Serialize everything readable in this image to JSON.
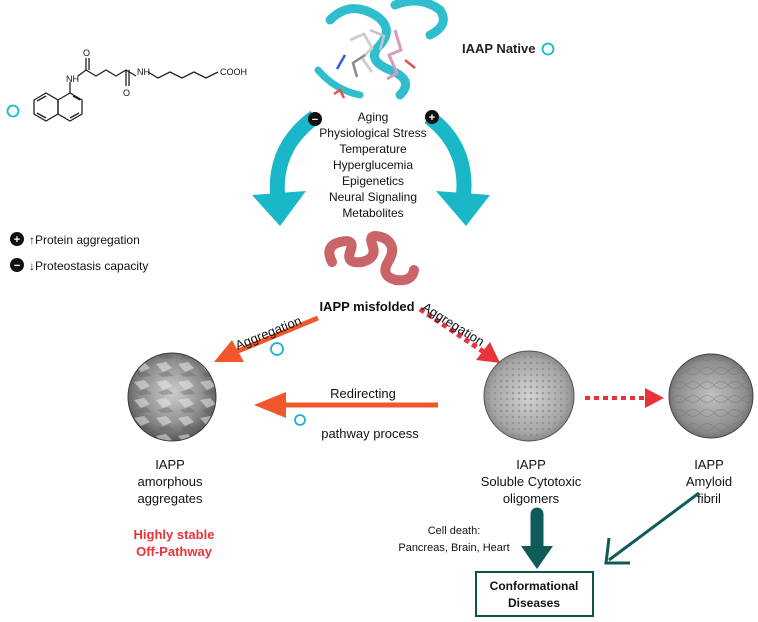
{
  "native": {
    "label": "IAAP Native"
  },
  "molecule": {
    "acid_group": "COOH",
    "amide_labels": [
      "NH",
      "NH"
    ],
    "oxygen_label": "O"
  },
  "stressors": [
    "Aging",
    "Physiological Stress",
    "Temperature",
    "Hyperglucemia",
    "Epigenetics",
    "Neural Signaling",
    "Metabolites"
  ],
  "legend": {
    "plus_text": "↑Protein aggregation",
    "minus_text": "↓Proteostasis capacity",
    "plus_symbol": "+",
    "minus_symbol": "−"
  },
  "misfolded": {
    "label": "IAPP misfolded"
  },
  "arrows": {
    "aggregation_left": "Aggregation",
    "aggregation_right": "Aggregation",
    "redirect_top": "Redirecting",
    "redirect_bottom": "pathway process"
  },
  "nodes": {
    "amorphous": [
      "IAPP",
      "amorphous",
      "aggregates"
    ],
    "oligomers": [
      "IAPP",
      "Soluble Cytotoxic",
      "oligomers"
    ],
    "fibril": [
      "IAPP",
      "Amyloid",
      "fibril"
    ]
  },
  "off_pathway": [
    "Highly stable",
    "Off-Pathway"
  ],
  "cell_death": [
    "Cell death:",
    "Pancreas, Brain, Heart"
  ],
  "disease": [
    "Conformational",
    "Diseases"
  ],
  "colors": {
    "teal": "#1ab7c9",
    "orange": "#f0572a",
    "red": "#e8333a",
    "dark_teal": "#0d5c59",
    "worm": "#c96468",
    "disease_border": "#11524f"
  }
}
